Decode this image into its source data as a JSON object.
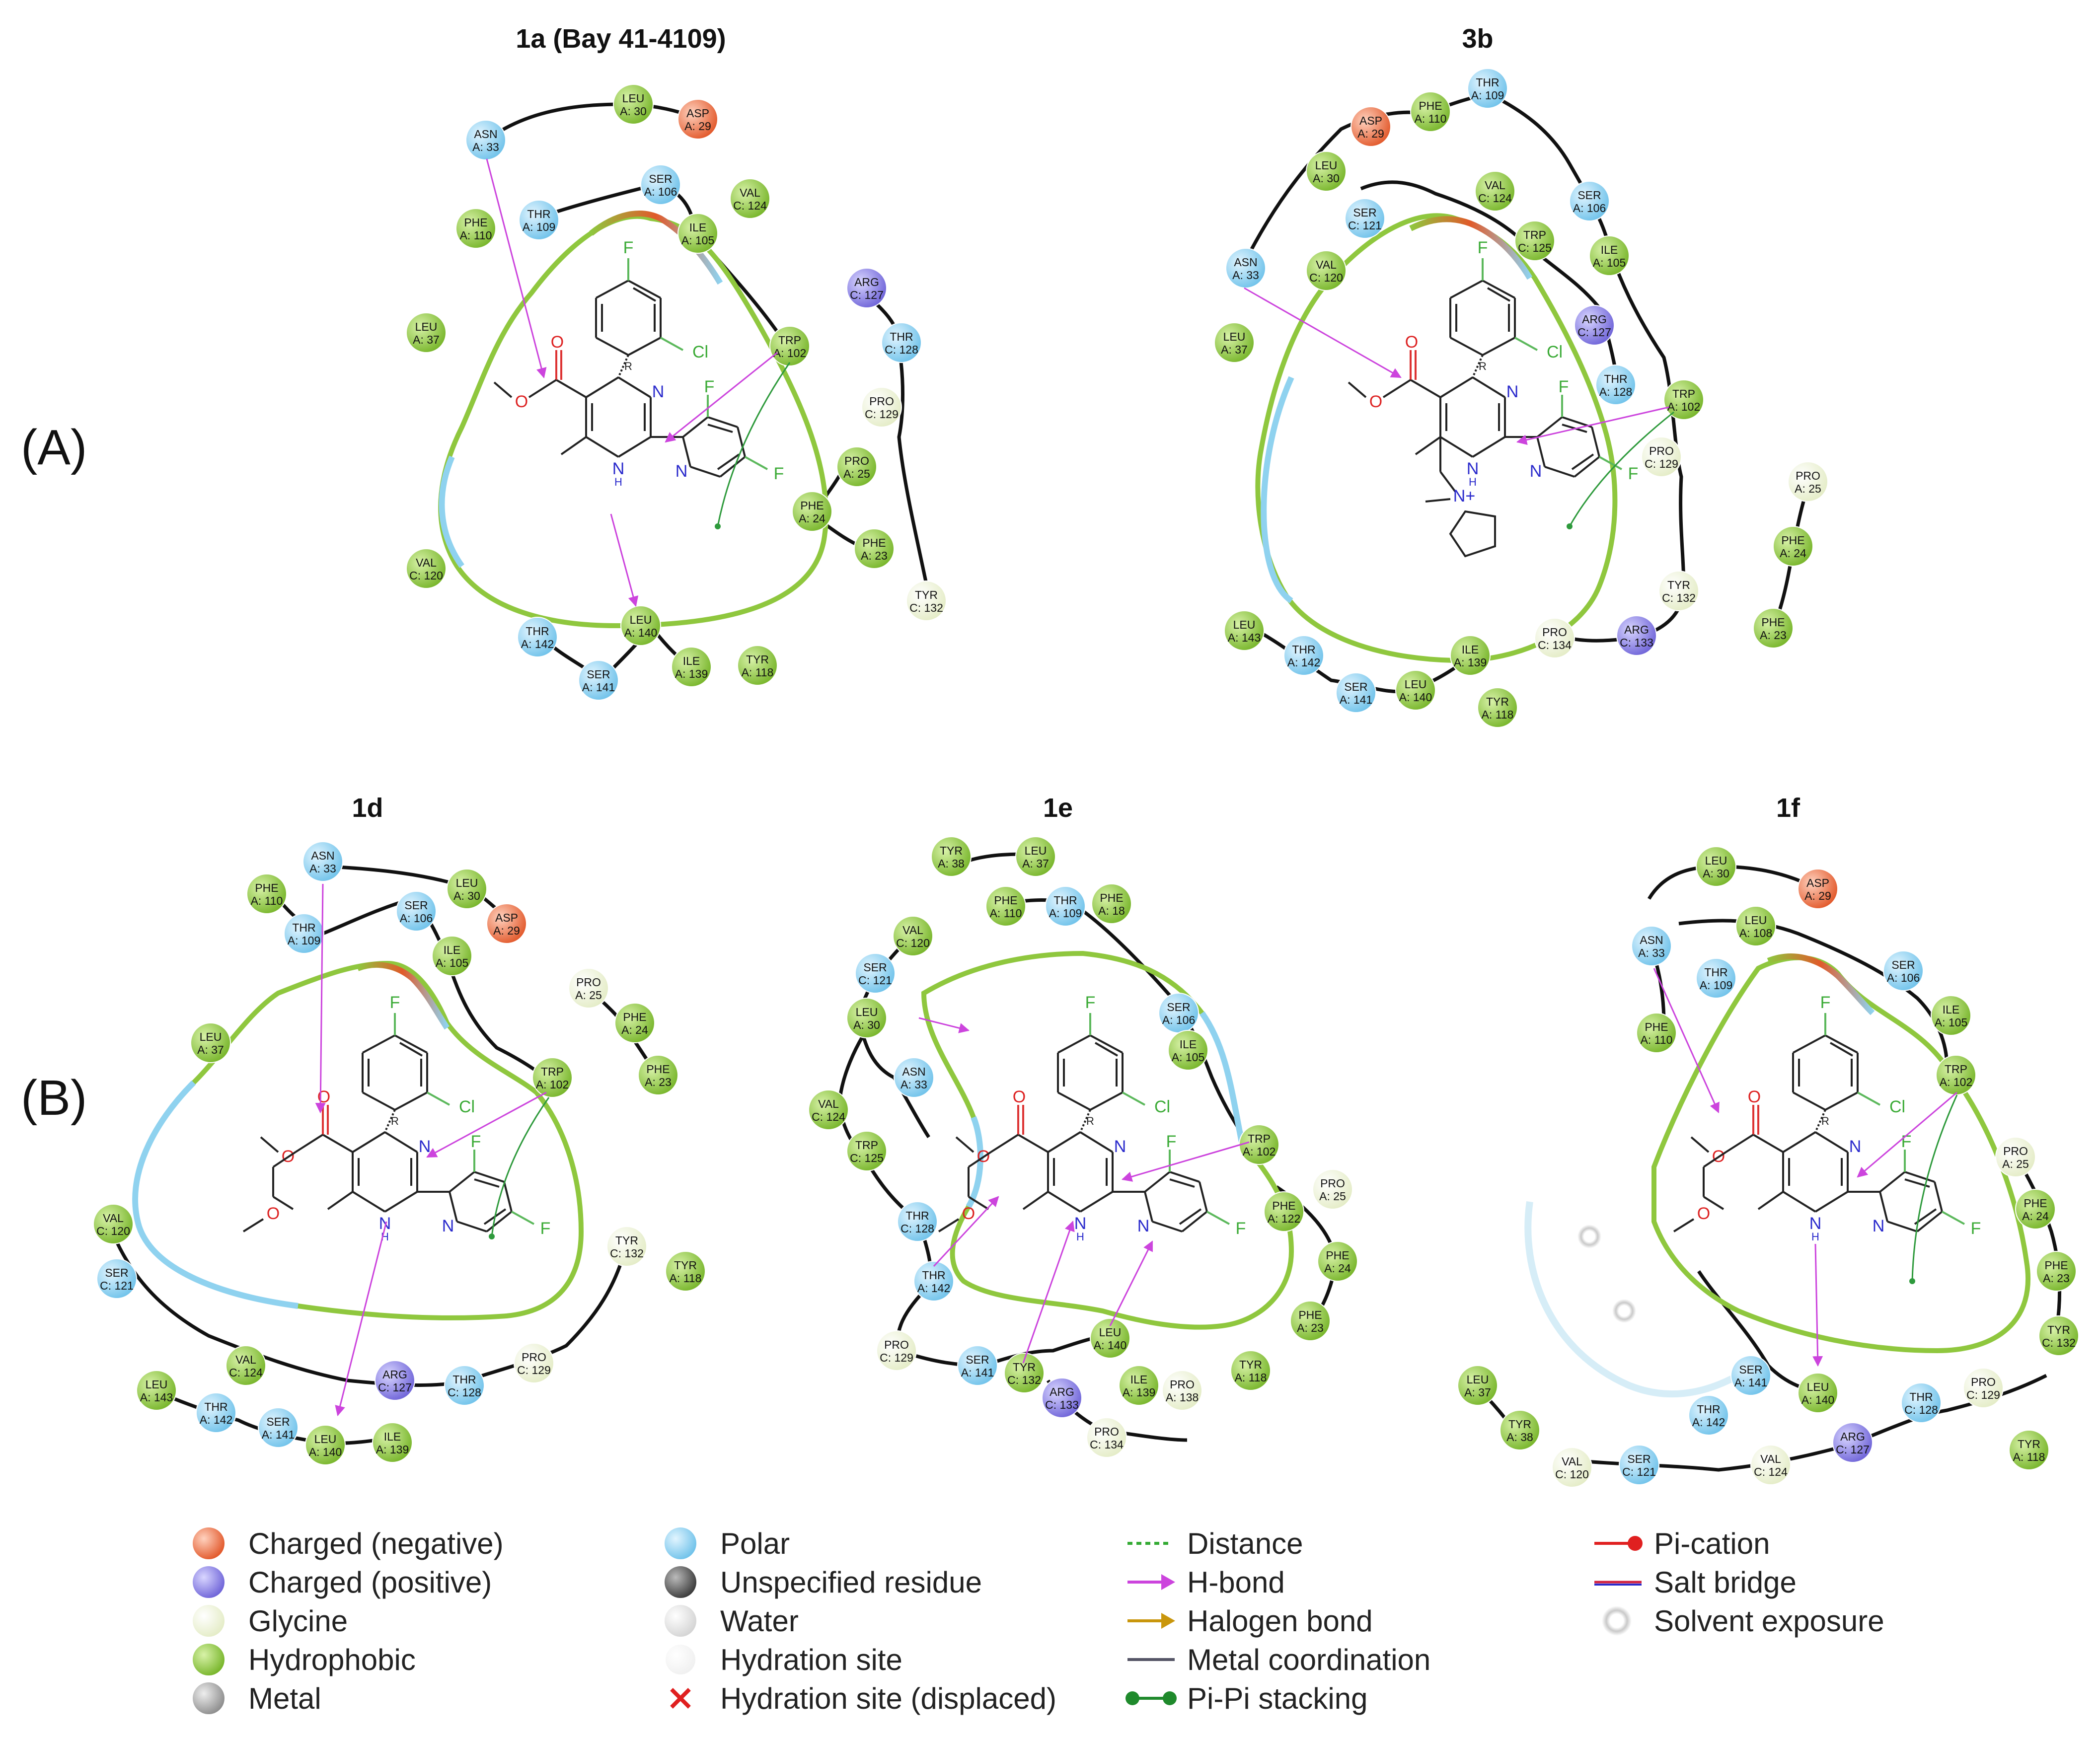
{
  "section_labels": [
    "(A)",
    "(B)"
  ],
  "colors": {
    "negative": "#e8764a",
    "positive": "#8f87e4",
    "glycine": "#f1f6dc",
    "hydrophobic": "#8fc73e",
    "metal": "#a6a6a6",
    "polar": "#8fd2ef",
    "unspecified": "#666666",
    "water": "#e6e6e6",
    "hbond": "#cc44dd",
    "pipi": "#2e9a3c",
    "backbone": "#111111",
    "pocket_hydrophobic": "#8fc73e",
    "pocket_polar": "#8fd2ef",
    "pocket_exposed": "#e05a2a"
  },
  "panels": [
    {
      "id": "1a",
      "title": "1a  (Bay 41-4109)",
      "subst_atoms": [
        "O",
        "O"
      ],
      "pyr_f": [
        "F",
        "F"
      ],
      "pyr_n": "N",
      "residues": [
        {
          "n": "LEU",
          "c": "A: 30",
          "t": "hydrophobic"
        },
        {
          "n": "ASP",
          "c": "A: 29",
          "t": "negative"
        },
        {
          "n": "ASN",
          "c": "A: 33",
          "t": "polar"
        },
        {
          "n": "SER",
          "c": "A: 106",
          "t": "polar"
        },
        {
          "n": "PHE",
          "c": "A: 110",
          "t": "hydrophobic"
        },
        {
          "n": "THR",
          "c": "A: 109",
          "t": "polar"
        },
        {
          "n": "VAL",
          "c": "C: 124",
          "t": "hydrophobic"
        },
        {
          "n": "ILE",
          "c": "A: 105",
          "t": "hydrophobic"
        },
        {
          "n": "ARG",
          "c": "C: 127",
          "t": "positive"
        },
        {
          "n": "LEU",
          "c": "A: 37",
          "t": "hydrophobic"
        },
        {
          "n": "THR",
          "c": "C: 128",
          "t": "polar"
        },
        {
          "n": "TRP",
          "c": "A: 102",
          "t": "hydrophobic"
        },
        {
          "n": "PRO",
          "c": "C: 129",
          "t": "glycine"
        },
        {
          "n": "PRO",
          "c": "A: 25",
          "t": "hydrophobic"
        },
        {
          "n": "PHE",
          "c": "A: 24",
          "t": "hydrophobic"
        },
        {
          "n": "PHE",
          "c": "A: 23",
          "t": "hydrophobic"
        },
        {
          "n": "VAL",
          "c": "C: 120",
          "t": "hydrophobic"
        },
        {
          "n": "TYR",
          "c": "C: 132",
          "t": "glycine"
        },
        {
          "n": "THR",
          "c": "A: 142",
          "t": "polar"
        },
        {
          "n": "LEU",
          "c": "A: 140",
          "t": "hydrophobic"
        },
        {
          "n": "SER",
          "c": "A: 141",
          "t": "polar"
        },
        {
          "n": "ILE",
          "c": "A: 139",
          "t": "hydrophobic"
        },
        {
          "n": "TYR",
          "c": "A: 118",
          "t": "hydrophobic"
        }
      ]
    },
    {
      "id": "3b",
      "title": "3b",
      "subst_atoms": [
        "O",
        "O",
        "N+"
      ],
      "pyr_f": [
        "F",
        "F"
      ],
      "pyr_n": "N",
      "residues": [
        {
          "n": "THR",
          "c": "A: 109",
          "t": "polar"
        },
        {
          "n": "ASP",
          "c": "A: 29",
          "t": "negative"
        },
        {
          "n": "PHE",
          "c": "A: 110",
          "t": "hydrophobic"
        },
        {
          "n": "LEU",
          "c": "A: 30",
          "t": "hydrophobic"
        },
        {
          "n": "VAL",
          "c": "C: 124",
          "t": "hydrophobic"
        },
        {
          "n": "SER",
          "c": "C: 121",
          "t": "polar"
        },
        {
          "n": "SER",
          "c": "A: 106",
          "t": "polar"
        },
        {
          "n": "TRP",
          "c": "C: 125",
          "t": "hydrophobic"
        },
        {
          "n": "VAL",
          "c": "C: 120",
          "t": "hydrophobic"
        },
        {
          "n": "ILE",
          "c": "A: 105",
          "t": "hydrophobic"
        },
        {
          "n": "ASN",
          "c": "A: 33",
          "t": "polar"
        },
        {
          "n": "ARG",
          "c": "C: 127",
          "t": "positive"
        },
        {
          "n": "LEU",
          "c": "A: 37",
          "t": "hydrophobic"
        },
        {
          "n": "THR",
          "c": "A: 128",
          "t": "polar"
        },
        {
          "n": "TRP",
          "c": "A: 102",
          "t": "hydrophobic"
        },
        {
          "n": "PRO",
          "c": "C: 129",
          "t": "glycine"
        },
        {
          "n": "PRO",
          "c": "A: 25",
          "t": "glycine"
        },
        {
          "n": "PHE",
          "c": "A: 24",
          "t": "hydrophobic"
        },
        {
          "n": "PHE",
          "c": "A: 23",
          "t": "hydrophobic"
        },
        {
          "n": "TYR",
          "c": "C: 132",
          "t": "glycine"
        },
        {
          "n": "LEU",
          "c": "A: 143",
          "t": "hydrophobic"
        },
        {
          "n": "THR",
          "c": "A: 142",
          "t": "polar"
        },
        {
          "n": "ILE",
          "c": "A: 139",
          "t": "hydrophobic"
        },
        {
          "n": "PRO",
          "c": "C: 134",
          "t": "glycine"
        },
        {
          "n": "ARG",
          "c": "C: 133",
          "t": "positive"
        },
        {
          "n": "SER",
          "c": "A: 141",
          "t": "polar"
        },
        {
          "n": "LEU",
          "c": "A: 140",
          "t": "hydrophobic"
        },
        {
          "n": "TYR",
          "c": "A: 118",
          "t": "hydrophobic"
        }
      ]
    },
    {
      "id": "1d",
      "title": "1d",
      "subst_atoms": [
        "O",
        "O",
        "O"
      ],
      "pyr_f": [
        "F",
        "F"
      ],
      "pyr_n": "N",
      "residues": [
        {
          "n": "ASN",
          "c": "A: 33",
          "t": "polar"
        },
        {
          "n": "PHE",
          "c": "A: 110",
          "t": "hydrophobic"
        },
        {
          "n": "LEU",
          "c": "A: 30",
          "t": "hydrophobic"
        },
        {
          "n": "SER",
          "c": "A: 106",
          "t": "polar"
        },
        {
          "n": "THR",
          "c": "A: 109",
          "t": "polar"
        },
        {
          "n": "ASP",
          "c": "A: 29",
          "t": "negative"
        },
        {
          "n": "ILE",
          "c": "A: 105",
          "t": "hydrophobic"
        },
        {
          "n": "PRO",
          "c": "A: 25",
          "t": "glycine"
        },
        {
          "n": "PHE",
          "c": "A: 24",
          "t": "hydrophobic"
        },
        {
          "n": "LEU",
          "c": "A: 37",
          "t": "hydrophobic"
        },
        {
          "n": "PHE",
          "c": "A: 23",
          "t": "hydrophobic"
        },
        {
          "n": "TRP",
          "c": "A: 102",
          "t": "hydrophobic"
        },
        {
          "n": "VAL",
          "c": "C: 120",
          "t": "hydrophobic"
        },
        {
          "n": "TYR",
          "c": "C: 132",
          "t": "glycine"
        },
        {
          "n": "SER",
          "c": "C: 121",
          "t": "polar"
        },
        {
          "n": "TYR",
          "c": "A: 118",
          "t": "hydrophobic"
        },
        {
          "n": "VAL",
          "c": "C: 124",
          "t": "hydrophobic"
        },
        {
          "n": "PRO",
          "c": "C: 129",
          "t": "glycine"
        },
        {
          "n": "LEU",
          "c": "A: 143",
          "t": "hydrophobic"
        },
        {
          "n": "ARG",
          "c": "C: 127",
          "t": "positive"
        },
        {
          "n": "THR",
          "c": "C: 128",
          "t": "polar"
        },
        {
          "n": "THR",
          "c": "A: 142",
          "t": "polar"
        },
        {
          "n": "SER",
          "c": "A: 141",
          "t": "polar"
        },
        {
          "n": "LEU",
          "c": "A: 140",
          "t": "hydrophobic"
        },
        {
          "n": "ILE",
          "c": "A: 139",
          "t": "hydrophobic"
        }
      ]
    },
    {
      "id": "1e",
      "title": "1e",
      "subst_atoms": [
        "O",
        "O",
        "O"
      ],
      "pyr_f": [
        "F",
        "F"
      ],
      "pyr_n": "N",
      "residues": [
        {
          "n": "TYR",
          "c": "A: 38",
          "t": "hydrophobic"
        },
        {
          "n": "LEU",
          "c": "A: 37",
          "t": "hydrophobic"
        },
        {
          "n": "PHE",
          "c": "A: 110",
          "t": "hydrophobic"
        },
        {
          "n": "THR",
          "c": "A: 109",
          "t": "polar"
        },
        {
          "n": "PHE",
          "c": "A: 18",
          "t": "hydrophobic"
        },
        {
          "n": "VAL",
          "c": "C: 120",
          "t": "hydrophobic"
        },
        {
          "n": "SER",
          "c": "C: 121",
          "t": "polar"
        },
        {
          "n": "SER",
          "c": "A: 106",
          "t": "polar"
        },
        {
          "n": "LEU",
          "c": "A: 30",
          "t": "hydrophobic"
        },
        {
          "n": "ILE",
          "c": "A: 105",
          "t": "hydrophobic"
        },
        {
          "n": "ASN",
          "c": "A: 33",
          "t": "polar"
        },
        {
          "n": "VAL",
          "c": "C: 124",
          "t": "hydrophobic"
        },
        {
          "n": "TRP",
          "c": "C: 125",
          "t": "hydrophobic"
        },
        {
          "n": "TRP",
          "c": "A: 102",
          "t": "hydrophobic"
        },
        {
          "n": "PHE",
          "c": "A: 122",
          "t": "hydrophobic"
        },
        {
          "n": "PRO",
          "c": "A: 25",
          "t": "glycine"
        },
        {
          "n": "THR",
          "c": "C: 128",
          "t": "polar"
        },
        {
          "n": "PHE",
          "c": "A: 24",
          "t": "hydrophobic"
        },
        {
          "n": "THR",
          "c": "A: 142",
          "t": "polar"
        },
        {
          "n": "PHE",
          "c": "A: 23",
          "t": "hydrophobic"
        },
        {
          "n": "PRO",
          "c": "C: 129",
          "t": "glycine"
        },
        {
          "n": "SER",
          "c": "A: 141",
          "t": "polar"
        },
        {
          "n": "TYR",
          "c": "C: 132",
          "t": "hydrophobic"
        },
        {
          "n": "LEU",
          "c": "A: 140",
          "t": "hydrophobic"
        },
        {
          "n": "TYR",
          "c": "A: 118",
          "t": "hydrophobic"
        },
        {
          "n": "ARG",
          "c": "C: 133",
          "t": "positive"
        },
        {
          "n": "ILE",
          "c": "A: 139",
          "t": "hydrophobic"
        },
        {
          "n": "PRO",
          "c": "A: 138",
          "t": "glycine"
        },
        {
          "n": "PRO",
          "c": "C: 134",
          "t": "glycine"
        }
      ]
    },
    {
      "id": "1f",
      "title": "1f",
      "subst_atoms": [
        "O",
        "O",
        "O"
      ],
      "pyr_f": [
        "F",
        "F"
      ],
      "pyr_n": "N",
      "residues": [
        {
          "n": "LEU",
          "c": "A: 30",
          "t": "hydrophobic"
        },
        {
          "n": "ASP",
          "c": "A: 29",
          "t": "negative"
        },
        {
          "n": "LEU",
          "c": "A: 108",
          "t": "hydrophobic"
        },
        {
          "n": "ASN",
          "c": "A: 33",
          "t": "polar"
        },
        {
          "n": "SER",
          "c": "A: 106",
          "t": "polar"
        },
        {
          "n": "THR",
          "c": "A: 109",
          "t": "polar"
        },
        {
          "n": "ILE",
          "c": "A: 105",
          "t": "hydrophobic"
        },
        {
          "n": "PHE",
          "c": "A: 110",
          "t": "hydrophobic"
        },
        {
          "n": "TRP",
          "c": "A: 102",
          "t": "hydrophobic"
        },
        {
          "n": "PRO",
          "c": "A: 25",
          "t": "glycine"
        },
        {
          "n": "PHE",
          "c": "A: 24",
          "t": "hydrophobic"
        },
        {
          "n": "PHE",
          "c": "A: 23",
          "t": "hydrophobic"
        },
        {
          "n": "TYR",
          "c": "C: 132",
          "t": "hydrophobic"
        },
        {
          "n": "LEU",
          "c": "A: 37",
          "t": "hydrophobic"
        },
        {
          "n": "SER",
          "c": "A: 141",
          "t": "polar"
        },
        {
          "n": "TYR",
          "c": "A: 38",
          "t": "hydrophobic"
        },
        {
          "n": "THR",
          "c": "A: 142",
          "t": "polar"
        },
        {
          "n": "LEU",
          "c": "A: 140",
          "t": "hydrophobic"
        },
        {
          "n": "PRO",
          "c": "C: 129",
          "t": "glycine"
        },
        {
          "n": "THR",
          "c": "C: 128",
          "t": "polar"
        },
        {
          "n": "VAL",
          "c": "C: 120",
          "t": "glycine"
        },
        {
          "n": "SER",
          "c": "C: 121",
          "t": "polar"
        },
        {
          "n": "VAL",
          "c": "C: 124",
          "t": "glycine"
        },
        {
          "n": "ARG",
          "c": "C: 127",
          "t": "positive"
        },
        {
          "n": "TYR",
          "c": "A: 118",
          "t": "hydrophobic"
        }
      ]
    }
  ],
  "legend": [
    {
      "label": "Charged (negative)",
      "icon": "sphere",
      "color": "#e8764a"
    },
    {
      "label": "Charged (positive)",
      "icon": "sphere",
      "color": "#8f87e4"
    },
    {
      "label": "Glycine",
      "icon": "sphere",
      "color": "#f1f6dc"
    },
    {
      "label": "Hydrophobic",
      "icon": "sphere",
      "color": "#8fc73e"
    },
    {
      "label": "Metal",
      "icon": "sphere",
      "color": "#a6a6a6"
    },
    {
      "label": "Polar",
      "icon": "sphere",
      "color": "#8fd2ef"
    },
    {
      "label": "Unspecified residue",
      "icon": "sphere",
      "color": "#666666"
    },
    {
      "label": "Water",
      "icon": "sphere",
      "color": "#e6e6e6"
    },
    {
      "label": "Hydration site",
      "icon": "faint-sphere",
      "color": "#f4f4f4"
    },
    {
      "label": "Hydration site (displaced)",
      "icon": "red-x",
      "color": "#e02020"
    },
    {
      "label": "Distance",
      "icon": "dotted-line",
      "color": "#33aa33"
    },
    {
      "label": "H-bond",
      "icon": "arrow",
      "color": "#cc44dd"
    },
    {
      "label": "Halogen bond",
      "icon": "arrow",
      "color": "#c9960c"
    },
    {
      "label": "Metal coordination",
      "icon": "line",
      "color": "#555566"
    },
    {
      "label": "Pi-Pi stacking",
      "icon": "dot-line",
      "color": "#1f8a2c"
    },
    {
      "label": "Pi-cation",
      "icon": "line-dot",
      "color": "#e02020"
    },
    {
      "label": "Salt bridge",
      "icon": "bicolor-line",
      "color": "#d02040"
    },
    {
      "label": "Solvent exposure",
      "icon": "halo",
      "color": "#c8c8c8"
    }
  ]
}
